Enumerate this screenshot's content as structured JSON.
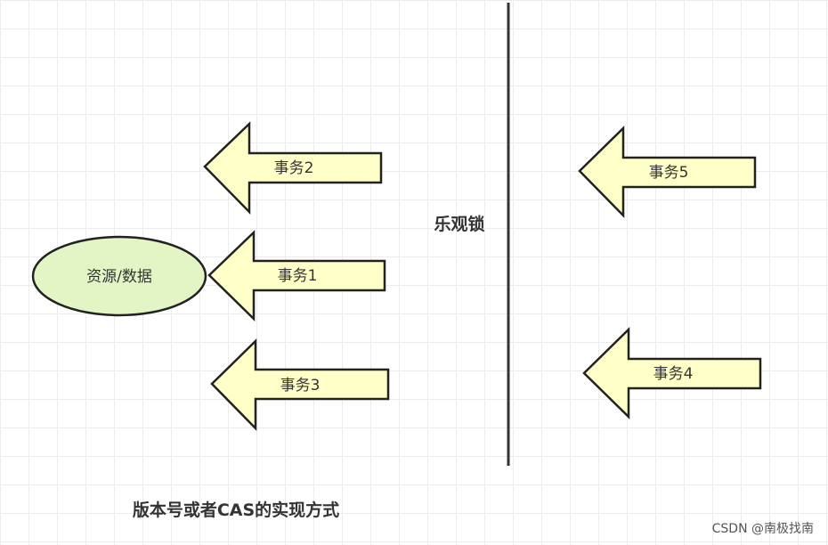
{
  "diagram": {
    "resource_label": "资源/数据",
    "optimistic_lock_label": "乐观锁",
    "caption": "版本号或者CAS的实现方式",
    "watermark": "CSDN @南极找南",
    "transactions": {
      "t1": "事务1",
      "t2": "事务2",
      "t3": "事务3",
      "t4": "事务4",
      "t5": "事务5"
    },
    "colors": {
      "arrow_fill": "#ffffc8",
      "ellipse_fill": "#e3f5c4",
      "stroke": "#222222",
      "divider": "#333333",
      "grid": "#ececec"
    }
  }
}
